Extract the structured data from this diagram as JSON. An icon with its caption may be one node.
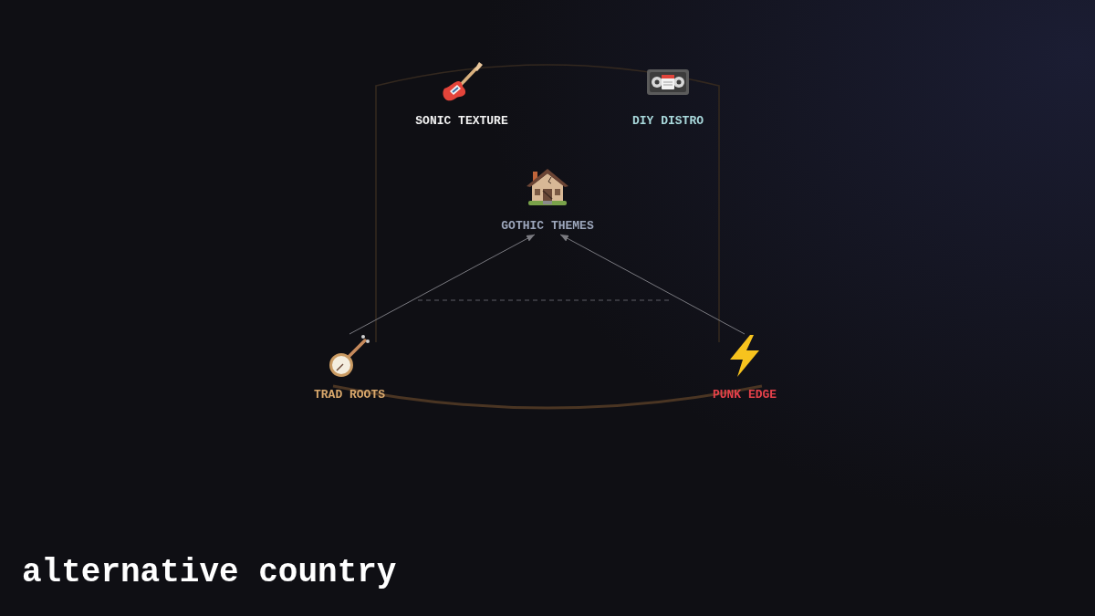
{
  "diagram": {
    "title": "alternative country",
    "nodes": [
      {
        "text": [
          "SONIC TEXTURE"
        ]
      },
      {
        "text": [
          "DIY DISTRO"
        ]
      },
      {
        "text": [
          "GOTHIC THEMES"
        ]
      },
      {
        "text": [
          "TRAD ROOTS"
        ]
      },
      {
        "text": [
          "PUNK EDGE"
        ]
      }
    ],
    "edges": [
      {
        "from": 3,
        "to": 2,
        "arrow": "to"
      },
      {
        "from": 4,
        "to": 2,
        "arrow": "to"
      }
    ]
  }
}
